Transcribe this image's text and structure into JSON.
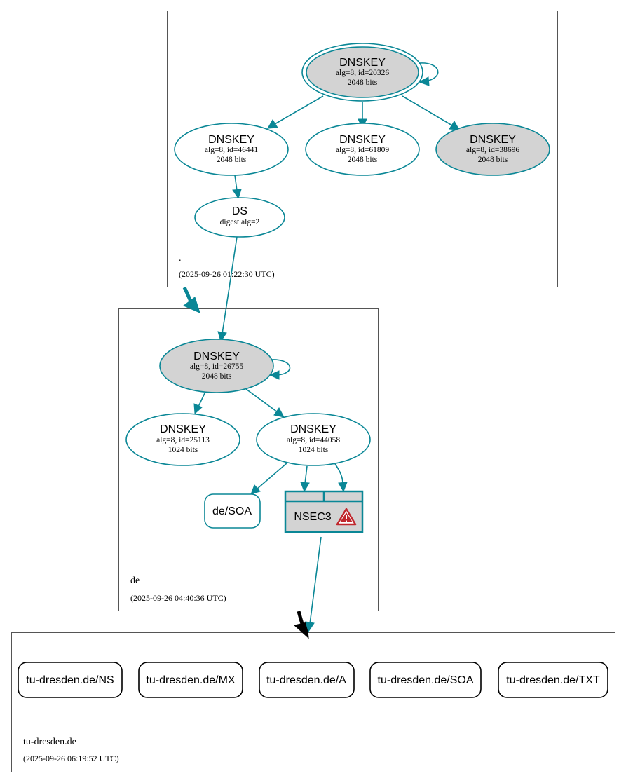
{
  "zones": {
    "root": {
      "name": ".",
      "timestamp": "(2025-09-26 01:22:30 UTC)",
      "ksk": {
        "title": "DNSKEY",
        "alg_id": "alg=8, id=20326",
        "bits": "2048 bits"
      },
      "zsk1": {
        "title": "DNSKEY",
        "alg_id": "alg=8, id=46441",
        "bits": "2048 bits"
      },
      "zsk2": {
        "title": "DNSKEY",
        "alg_id": "alg=8, id=61809",
        "bits": "2048 bits"
      },
      "ksk2": {
        "title": "DNSKEY",
        "alg_id": "alg=8, id=38696",
        "bits": "2048 bits"
      },
      "ds": {
        "title": "DS",
        "digest": "digest alg=2"
      }
    },
    "de": {
      "name": "de",
      "timestamp": "(2025-09-26 04:40:36 UTC)",
      "ksk": {
        "title": "DNSKEY",
        "alg_id": "alg=8, id=26755",
        "bits": "2048 bits"
      },
      "zsk1": {
        "title": "DNSKEY",
        "alg_id": "alg=8, id=25113",
        "bits": "1024 bits"
      },
      "zsk2": {
        "title": "DNSKEY",
        "alg_id": "alg=8, id=44058",
        "bits": "1024 bits"
      },
      "soa": {
        "label": "de/SOA"
      },
      "nsec3": {
        "label": "NSEC3",
        "warning_icon": "warning-triangle-icon"
      }
    },
    "tu": {
      "name": "tu-dresden.de",
      "timestamp": "(2025-09-26 06:19:52 UTC)",
      "records": [
        "tu-dresden.de/NS",
        "tu-dresden.de/MX",
        "tu-dresden.de/A",
        "tu-dresden.de/SOA",
        "tu-dresden.de/TXT"
      ]
    }
  },
  "colors": {
    "edge": "#0a8796",
    "key_fill_grey": "#d3d3d3",
    "delegation_black": "#000000",
    "warning_red": "#c0272d"
  }
}
